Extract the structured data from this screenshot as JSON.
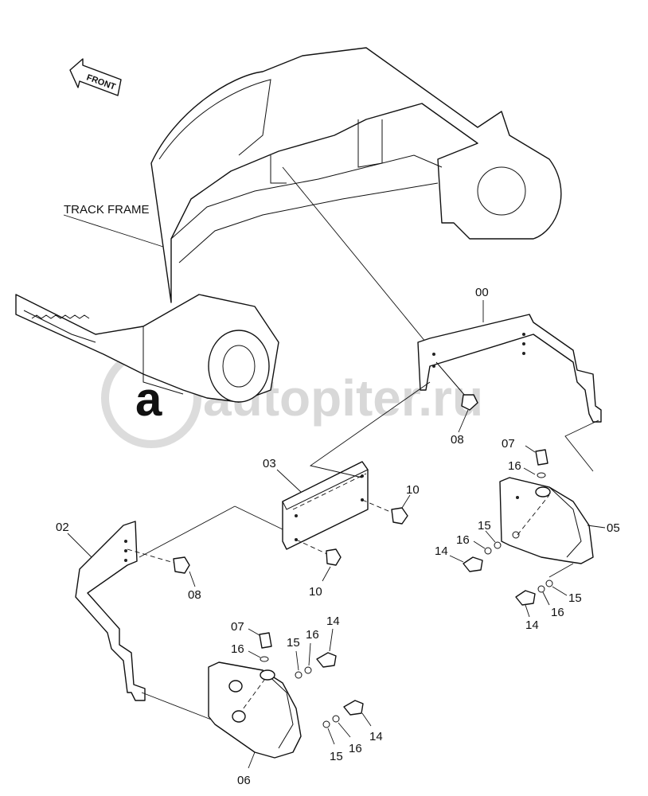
{
  "labels": {
    "front": "FRONT",
    "track_frame": "TRACK FRAME",
    "watermark": "autopiter.ru",
    "parts": {
      "p00": "00",
      "p02": "02",
      "p03": "03",
      "p05": "05",
      "p06": "06",
      "p07a": "07",
      "p07b": "07",
      "p08a": "08",
      "p08b": "08",
      "p10a": "10",
      "p10b": "10",
      "p14a": "14",
      "p14b": "14",
      "p14c": "14",
      "p14d": "14",
      "p15a": "15",
      "p15b": "15",
      "p15c": "15",
      "p15d": "15",
      "p16a": "16",
      "p16b": "16",
      "p16c": "16",
      "p16d": "16",
      "p16e": "16",
      "p16f": "16"
    }
  },
  "colors": {
    "line": "#111111",
    "watermark": "#d8d8d8",
    "background": "#ffffff"
  }
}
